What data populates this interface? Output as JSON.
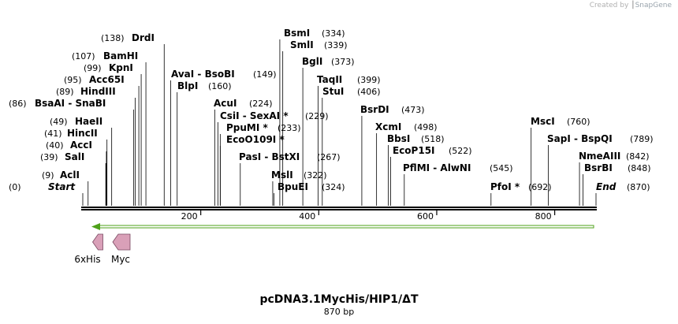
{
  "credit": {
    "prefix": "Created by",
    "brand": "SnapGene"
  },
  "title": "pcDNA3.1MycHis/HIP1/ΔT",
  "length_label": "870 bp",
  "sequence_length": 870,
  "axis_ticks": [
    {
      "label": "200",
      "bp": 200
    },
    {
      "label": "400",
      "bp": 400
    },
    {
      "label": "600",
      "bp": 600
    },
    {
      "label": "800",
      "bp": 800
    }
  ],
  "sites": [
    {
      "name": "Start",
      "pos_label": "(0)",
      "bp": 0,
      "special": true,
      "side": "left"
    },
    {
      "name": "AclI",
      "pos_label": "(9)",
      "bp": 9,
      "side": "left"
    },
    {
      "name": "SalI",
      "pos_label": "(39)",
      "bp": 39,
      "side": "left"
    },
    {
      "name": "AccI",
      "pos_label": "(40)",
      "bp": 40,
      "side": "left"
    },
    {
      "name": "HincII",
      "pos_label": "(41)",
      "bp": 41,
      "side": "left"
    },
    {
      "name": "HaeII",
      "pos_label": "(49)",
      "bp": 49,
      "side": "left"
    },
    {
      "name": "BsaAI - SnaBI",
      "pos_label": "(86)",
      "bp": 86,
      "side": "left"
    },
    {
      "name": "HindIII",
      "pos_label": "(89)",
      "bp": 89,
      "side": "left"
    },
    {
      "name": "Acc65I",
      "pos_label": "(95)",
      "bp": 95,
      "side": "left"
    },
    {
      "name": "KpnI",
      "pos_label": "(99)",
      "bp": 99,
      "side": "left"
    },
    {
      "name": "BamHI",
      "pos_label": "(107)",
      "bp": 107,
      "side": "left"
    },
    {
      "name": "DrdI",
      "pos_label": "(138)",
      "bp": 138,
      "side": "left"
    },
    {
      "name": "AvaI - BsoBI",
      "pos_label": "(149)",
      "bp": 149,
      "side": "right"
    },
    {
      "name": "BlpI",
      "pos_label": "(160)",
      "bp": 160,
      "side": "right"
    },
    {
      "name": "AcuI",
      "pos_label": "(224)",
      "bp": 224,
      "side": "right"
    },
    {
      "name": "CsiI - SexAI *",
      "pos_label": "(229)",
      "bp": 229,
      "side": "right"
    },
    {
      "name": "PpuMI *",
      "pos_label": "(233)",
      "bp": 233,
      "side": "right"
    },
    {
      "name": "EcoO109I *",
      "pos_label": "",
      "bp": 233,
      "side": "right"
    },
    {
      "name": "PasI - BstXI",
      "pos_label": "(267)",
      "bp": 267,
      "side": "right"
    },
    {
      "name": "MslI",
      "pos_label": "(322)",
      "bp": 322,
      "side": "right"
    },
    {
      "name": "BpuEI",
      "pos_label": "(324)",
      "bp": 324,
      "side": "right"
    },
    {
      "name": "BsmI",
      "pos_label": "(334)",
      "bp": 334,
      "side": "right"
    },
    {
      "name": "SmlI",
      "pos_label": "(339)",
      "bp": 339,
      "side": "right"
    },
    {
      "name": "BglI",
      "pos_label": "(373)",
      "bp": 373,
      "side": "right"
    },
    {
      "name": "TaqII",
      "pos_label": "(399)",
      "bp": 399,
      "side": "right"
    },
    {
      "name": "StuI",
      "pos_label": "(406)",
      "bp": 406,
      "side": "right"
    },
    {
      "name": "BsrDI",
      "pos_label": "(473)",
      "bp": 473,
      "side": "right"
    },
    {
      "name": "XcmI",
      "pos_label": "(498)",
      "bp": 498,
      "side": "right"
    },
    {
      "name": "BbsI",
      "pos_label": "(518)",
      "bp": 518,
      "side": "right"
    },
    {
      "name": "EcoP15I",
      "pos_label": "(522)",
      "bp": 522,
      "side": "right"
    },
    {
      "name": "PflMI - AlwNI",
      "pos_label": "(545)",
      "bp": 545,
      "side": "right"
    },
    {
      "name": "PfoI *",
      "pos_label": "(692)",
      "bp": 692,
      "side": "right"
    },
    {
      "name": "MscI",
      "pos_label": "(760)",
      "bp": 760,
      "side": "right"
    },
    {
      "name": "SapI - BspQI",
      "pos_label": "(789)",
      "bp": 789,
      "side": "right"
    },
    {
      "name": "NmeAIII",
      "pos_label": "(842)",
      "bp": 842,
      "side": "right"
    },
    {
      "name": "BsrBI",
      "pos_label": "(848)",
      "bp": 848,
      "side": "right"
    },
    {
      "name": "End",
      "pos_label": "(870)",
      "bp": 870,
      "special": true,
      "side": "right"
    }
  ],
  "features": [
    {
      "name": "6xHis",
      "color": "#d9a0b8",
      "direction": "reverse"
    },
    {
      "name": "Myc",
      "color": "#d9a0b8",
      "direction": "reverse"
    }
  ],
  "orf_arrow": {
    "color": "#4ea11a",
    "direction": "reverse"
  },
  "colors": {
    "backbone": "#000000",
    "site_line": "#000000"
  }
}
